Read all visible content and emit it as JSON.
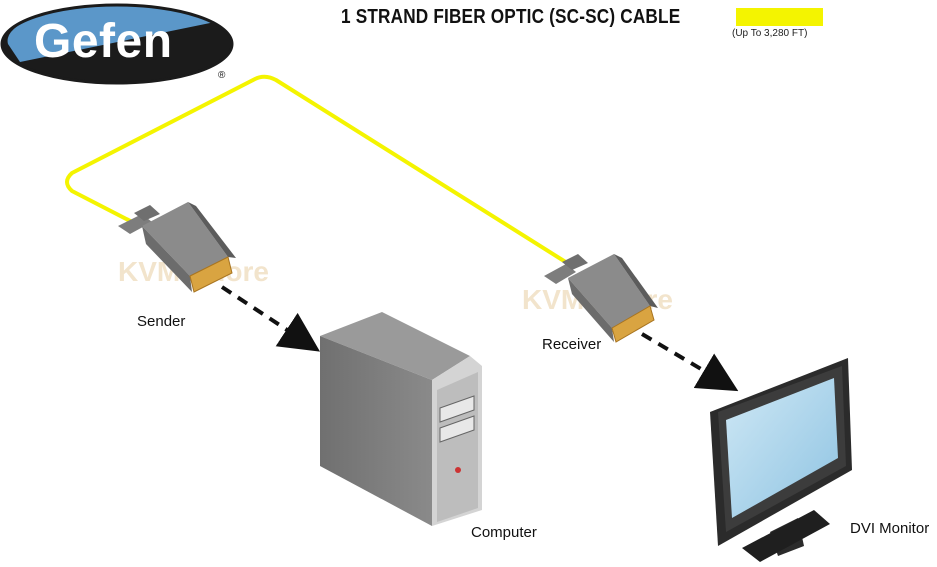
{
  "brand": {
    "name": "Gefen",
    "registered": "®"
  },
  "header": {
    "title": "1 STRAND FIBER OPTIC (SC-SC) CABLE",
    "subtitle": "(Up To 3,280 FT)",
    "legend_color": "#f4f400"
  },
  "labels": {
    "sender": "Sender",
    "receiver": "Receiver",
    "computer": "Computer",
    "monitor": "DVI Monitor"
  },
  "watermark": "KVMGalore",
  "colors": {
    "cable": "#f4f400",
    "logo_blue": "#5b97c9",
    "logo_dark": "#1b1b1b",
    "connector_gold": "#d9a441",
    "screen": "#a9d3ea"
  }
}
